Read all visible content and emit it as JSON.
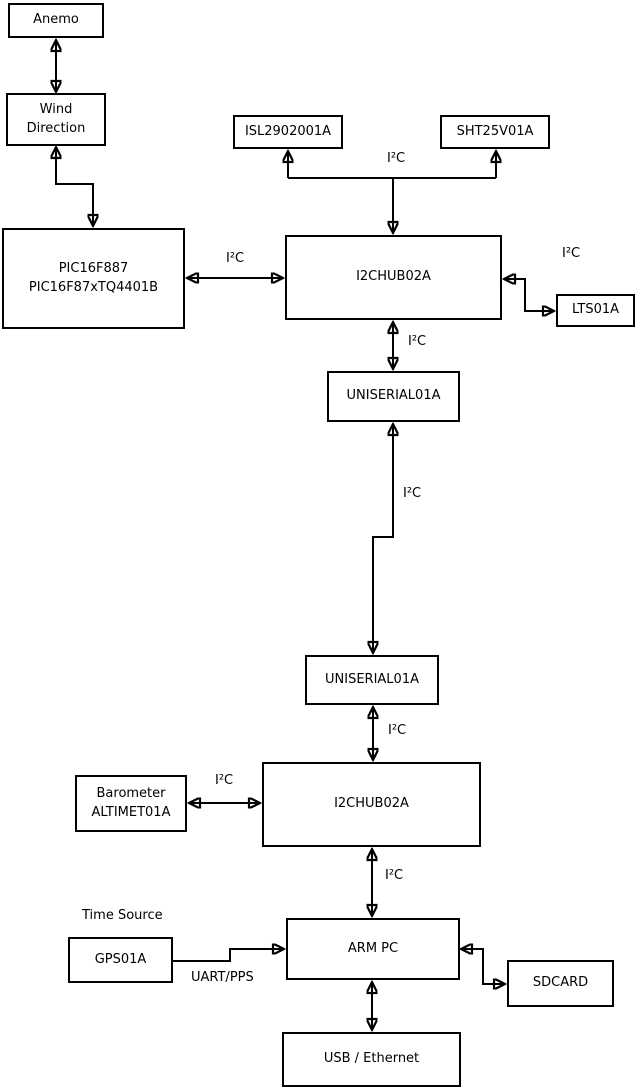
{
  "diagram": {
    "background_color": "#ffffff",
    "line_color": "#000000",
    "nodes": {
      "anemo": {
        "label": "Anemo"
      },
      "wind_direction": {
        "label": "Wind\nDirection"
      },
      "pic": {
        "label": "PIC16F887\nPIC16F87xTQ4401B"
      },
      "isl": {
        "label": "ISL2902001A"
      },
      "sht": {
        "label": "SHT25V01A"
      },
      "i2chub_top": {
        "label": "I2CHUB02A"
      },
      "lts": {
        "label": "LTS01A"
      },
      "uniserial_top": {
        "label": "UNISERIAL01A"
      },
      "uniserial_bottom": {
        "label": "UNISERIAL01A"
      },
      "barometer": {
        "label": "Barometer\nALTIMET01A"
      },
      "i2chub_bottom": {
        "label": "I2CHUB02A"
      },
      "gps": {
        "label": "GPS01A"
      },
      "arm_pc": {
        "label": "ARM PC"
      },
      "sdcard": {
        "label": "SDCARD"
      },
      "usb_ethernet": {
        "label": "USB / Ethernet"
      }
    },
    "labels": {
      "i2c": "I²C",
      "time_source": "Time Source",
      "uart_pps": "UART/PPS"
    }
  }
}
